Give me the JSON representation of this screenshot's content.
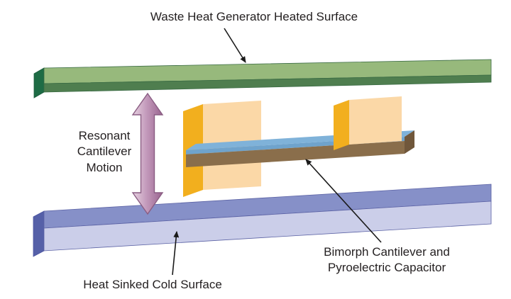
{
  "figure": {
    "background": "#FFFFFF",
    "labels": {
      "heated_surface": "Waste Heat Generator Heated Surface",
      "resonant_motion": "Resonant\nCantilever\nMotion",
      "bimorph": "Bimorph Cantilever and\nPyroelectric Capacitor",
      "cold_surface": "Heat Sinked Cold Surface"
    },
    "colors": {
      "heated_top": "#97B97C",
      "heated_front": "#4F7E4F",
      "heated_end": "#1E6C45",
      "cold_top": "#8690C8",
      "cold_front": "#CBCEE9",
      "cold_end": "#5560A8",
      "block_front": "#FBD8A7",
      "block_side": "#F2AF1E",
      "beam_top": "#7FB2D9",
      "beam_top_front": "#6FA3CC",
      "beam_body": "#8A6E4B",
      "beam_end": "#70573B",
      "motion_arrow_light": "#E6D2E1",
      "motion_arrow_mid": "#C49BBC",
      "motion_arrow_dark": "#99648F",
      "motion_arrow_outline": "#8A5D83",
      "annotation_arrow": "#1A1A1A",
      "text": "#231F20"
    }
  }
}
